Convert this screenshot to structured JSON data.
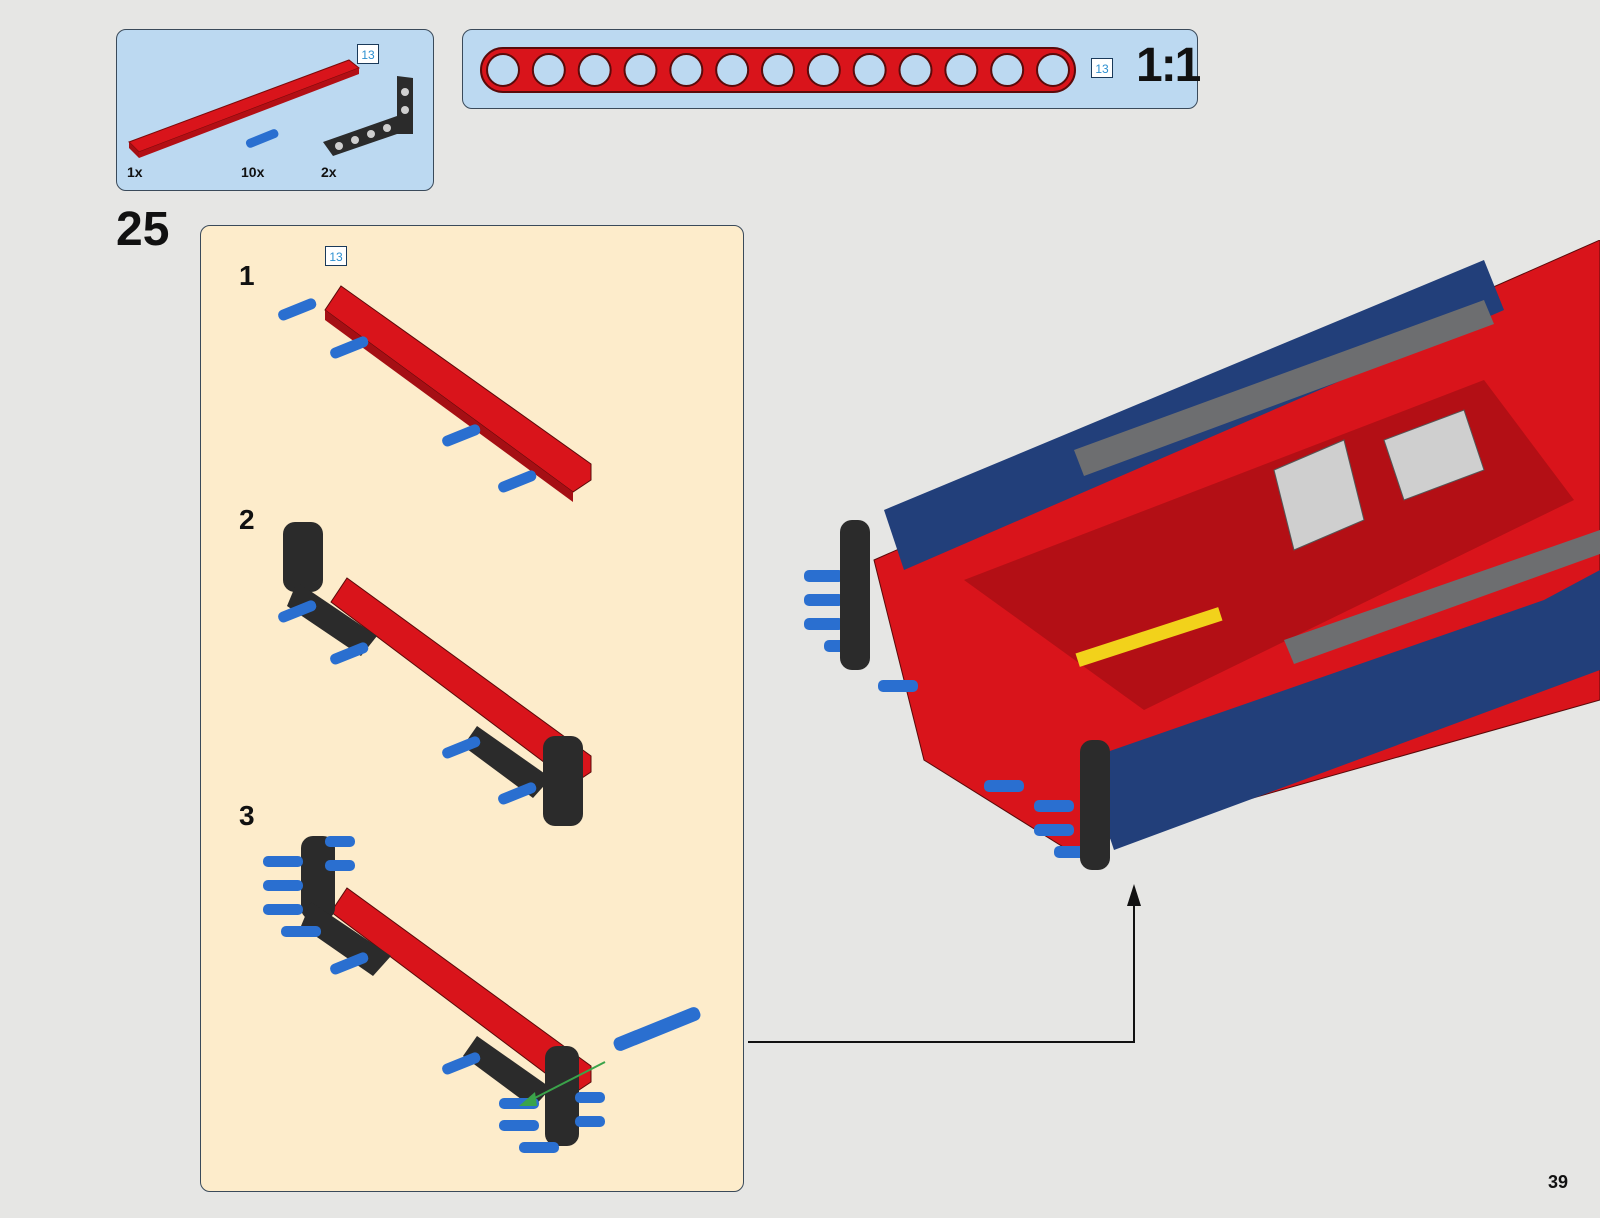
{
  "parts_list": {
    "items": [
      {
        "name": "red-liftarm-13",
        "quantity": "1x",
        "length_badge": "13"
      },
      {
        "name": "blue-axle-pin",
        "quantity": "10x"
      },
      {
        "name": "black-l-liftarm",
        "quantity": "2x"
      }
    ]
  },
  "scale_callout": {
    "badge": "13",
    "scale_label": "1:1",
    "hole_count": 13
  },
  "step": {
    "number": "25",
    "sub_badge": "13",
    "sub_steps": [
      "1",
      "2",
      "3"
    ]
  },
  "page": {
    "number": "39"
  },
  "colors": {
    "page_bg": "#e6e6e4",
    "parts_panel": "#bcd9f1",
    "substep_panel": "#fdeccb",
    "red_beam": "#d9141b",
    "blue_pin": "#2a6fd0",
    "black_liftarm": "#2b2b2b",
    "dark_blue_panel": "#223f7a",
    "gray_beam": "#6d6e70",
    "badge_text": "#2b8fd0"
  }
}
